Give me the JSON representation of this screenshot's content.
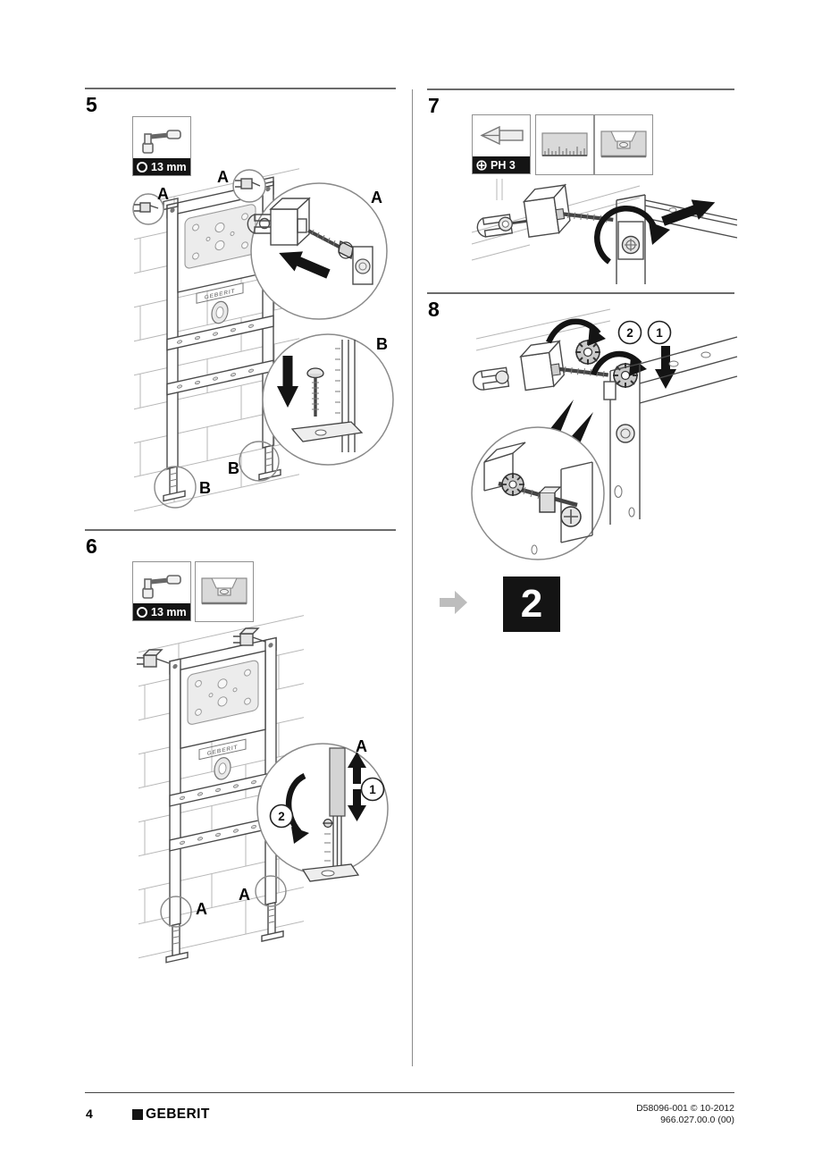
{
  "steps": {
    "s5": {
      "number": "5",
      "tool_label": "13 mm",
      "label_a": "A",
      "label_b": "B"
    },
    "s6": {
      "number": "6",
      "tool_label": "13 mm",
      "label_a": "A",
      "callout_1": "1",
      "callout_2": "2"
    },
    "s7": {
      "number": "7",
      "tool_label": "PH 3"
    },
    "s8": {
      "number": "8",
      "callout_1": "1",
      "callout_2": "2",
      "next_chapter": "2"
    }
  },
  "illustration": {
    "frame_brand": "GEBERIT"
  },
  "footer": {
    "page_number": "4",
    "brand": "GEBERIT",
    "doc_code": "D58096-001 © 10-2012",
    "version_code": "966.027.00.0 (00)"
  },
  "colors": {
    "ink": "#141414",
    "line_gray": "#8a8a8a",
    "brick_gray": "#b7b7b7"
  }
}
